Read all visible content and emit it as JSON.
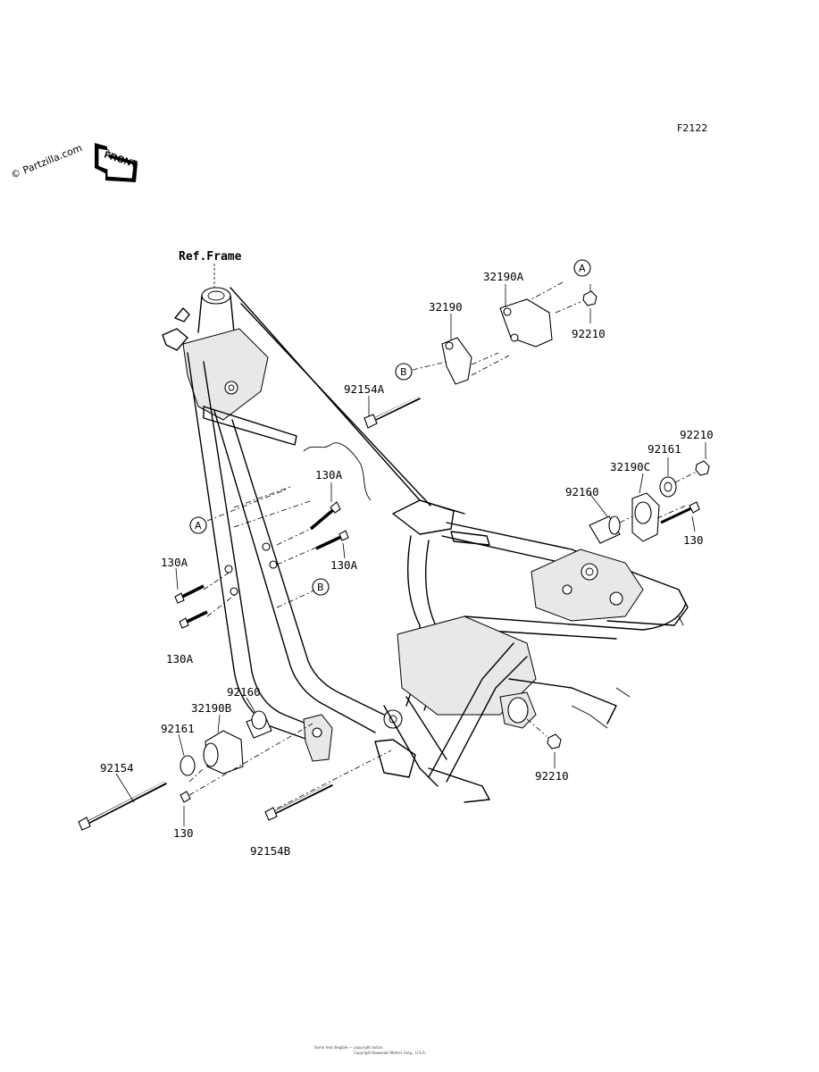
{
  "header": {
    "figure_code": "F2122",
    "watermark": "© Partzilla.com",
    "front_arrow_label": "FRONT"
  },
  "diagram": {
    "reference_label": "Ref.Frame",
    "callouts": [
      "A",
      "B"
    ],
    "part_labels": {
      "p32190A": "32190A",
      "p32190": "32190",
      "p92210_top": "92210",
      "p92154A": "92154A",
      "p92210_right": "92210",
      "p92161_right": "92161",
      "p32190C": "32190C",
      "p92160_right": "92160",
      "p130_right": "130",
      "p130A_1": "130A",
      "p130A_2": "130A",
      "p130A_3": "130A",
      "p130A_4": "130A",
      "p92160_left": "92160",
      "p32190B": "32190B",
      "p92161_left": "92161",
      "p92154": "92154",
      "p130_left": "130",
      "p92154B": "92154B",
      "p92210_bottom": "92210"
    }
  },
  "footer": {
    "line1": "Some text illegible — copyright notice",
    "line2": "Copyright Kawasaki Motors Corp., U.S.A."
  }
}
